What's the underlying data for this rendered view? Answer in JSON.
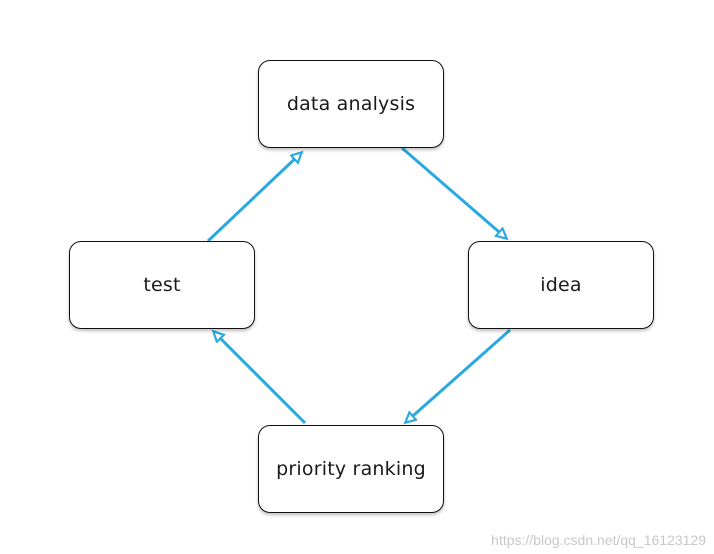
{
  "diagram": {
    "nodes": {
      "data_analysis": "data analysis",
      "idea": "idea",
      "priority_ranking": "priority ranking",
      "test": "test"
    },
    "edges": [
      {
        "from": "data analysis",
        "to": "idea"
      },
      {
        "from": "idea",
        "to": "priority ranking"
      },
      {
        "from": "priority ranking",
        "to": "test"
      },
      {
        "from": "test",
        "to": "data analysis"
      }
    ],
    "arrow_color": "#29a9e0"
  },
  "watermark": "https://blog.csdn.net/qq_16123129"
}
